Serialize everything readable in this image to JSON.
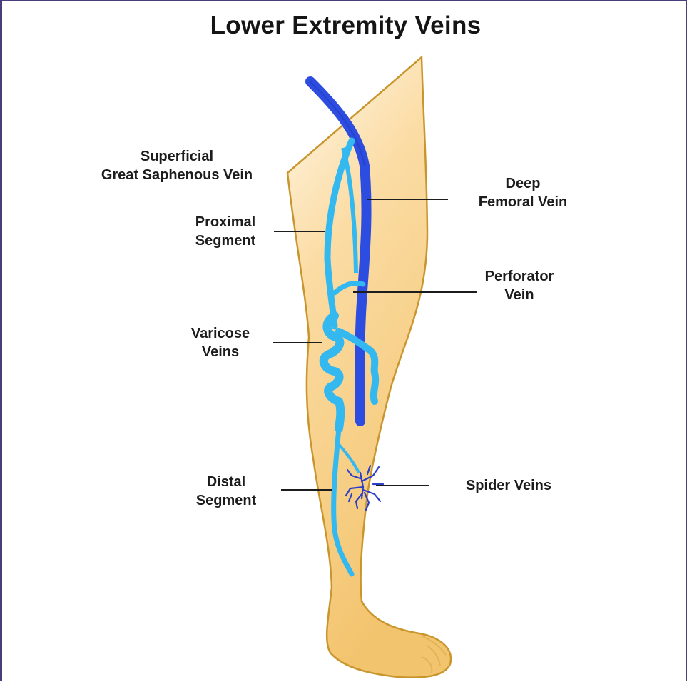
{
  "title": "Lower Extremity Veins",
  "labels": {
    "gsv": [
      "Superficial",
      "Great Saphenous Vein"
    ],
    "proximal": [
      "Proximal",
      "Segment"
    ],
    "varicose": [
      "Varicose",
      "Veins"
    ],
    "distal": [
      "Distal",
      "Segment"
    ],
    "femoral": [
      "Deep",
      "Femoral Vein"
    ],
    "perforator": [
      "Perforator",
      "Vein"
    ],
    "spider": [
      "Spider Veins"
    ]
  },
  "colors": {
    "border": "#4a3d7a",
    "skin": "#f5c97a",
    "skin_outline": "#c9962e",
    "deep_vein": "#2d4de0",
    "superficial_vein": "#33b8f0",
    "spider_vein": "#2a3ec8",
    "leader_line": "#1c1c1c"
  }
}
